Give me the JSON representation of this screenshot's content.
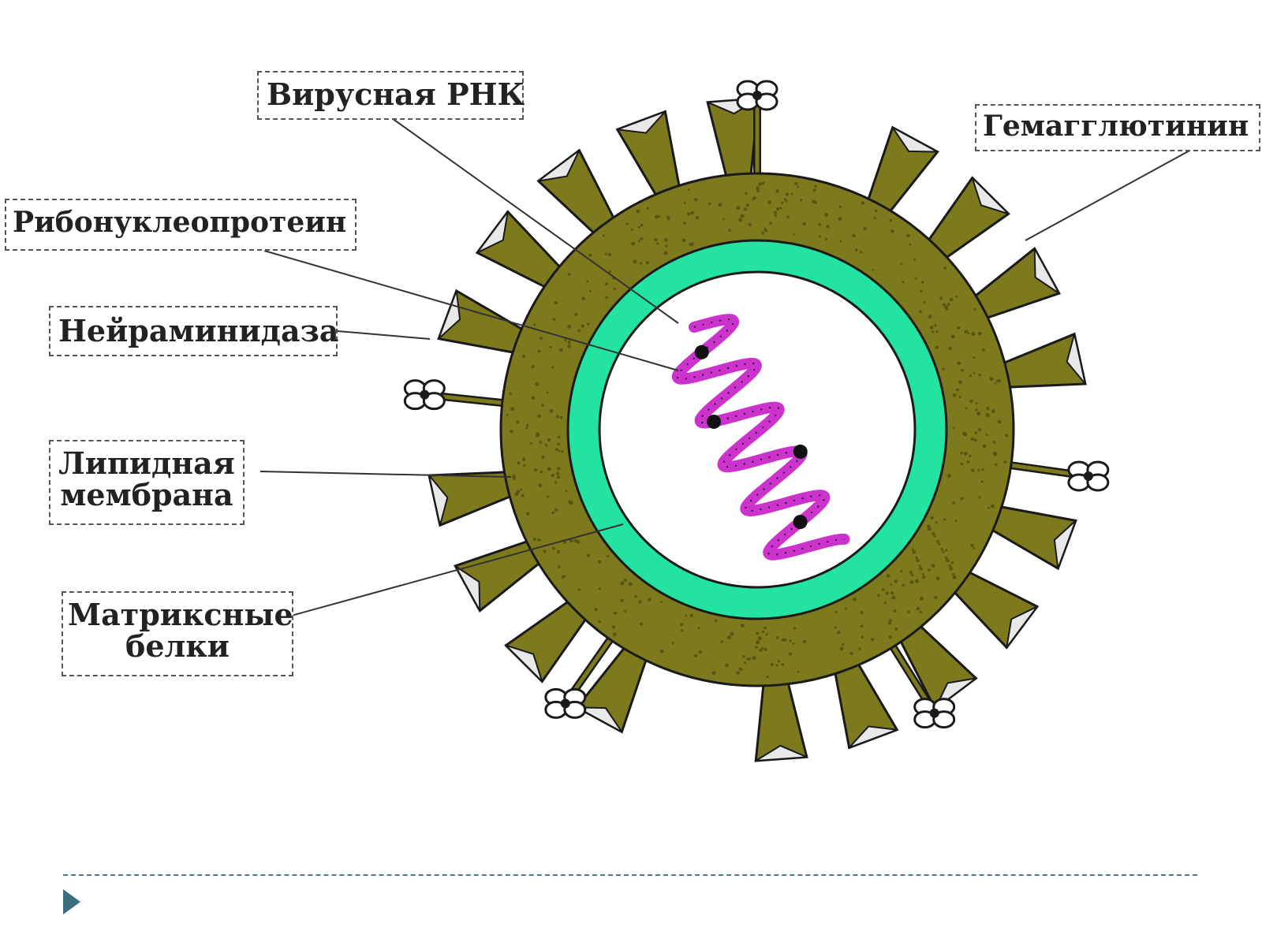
{
  "diagram": {
    "labels": {
      "viral_rna": "Вирусная РНК",
      "hemagglutinin": "Гемагглютинин",
      "ribonucleoprotein": "Рибонуклеопротеин",
      "neuraminidase": "Нейраминидаза",
      "lipid_membrane_line1": "Липидная",
      "lipid_membrane_line2": "мембрана",
      "matrix_proteins_line1": "Матриксные",
      "matrix_proteins_line2": "белки"
    },
    "colors": {
      "envelope": "#7d7a1e",
      "envelope_speckle": "#5a5612",
      "matrix_ring": "#23e3a0",
      "core": "#ffffff",
      "rna": "#cc33cc",
      "outline": "#1a1a1a",
      "leader_line": "#333333",
      "footer_accent": "#3a6d7e"
    },
    "icons": {
      "footer_bullet": "triangle-right-icon"
    }
  }
}
